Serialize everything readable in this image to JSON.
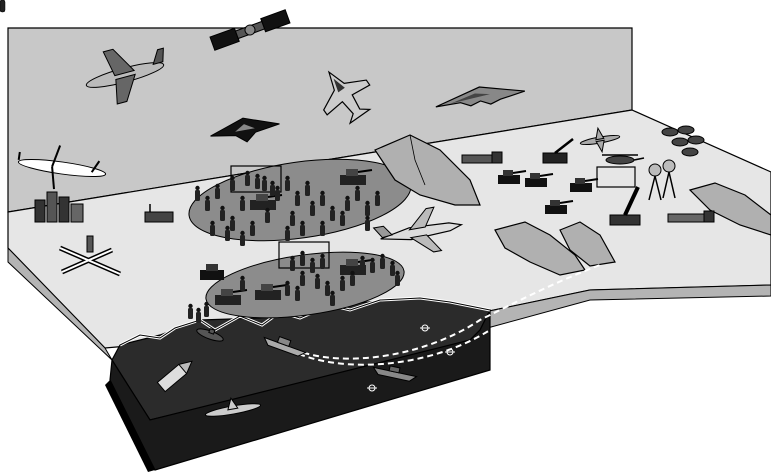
{
  "scene": {
    "kind": "battlespace-illustration",
    "style": "grayscale clip-art",
    "layers": [
      "air",
      "land",
      "sea"
    ],
    "colors": {
      "sky_panel": "#c8c8c8",
      "ground": "#e6e6e6",
      "ground_edge": "#9a9a9a",
      "ground_front": "#b4b4b4",
      "sea": "#2b2b2b",
      "sea_front": "#1a1a1a",
      "deployment_zone": "#8c8c8c",
      "mountain": "#b0b0b0",
      "outline": "#000000",
      "link_line": "#ffffff"
    },
    "air_assets": [
      "satellite-icon",
      "airliner-icon",
      "transport-jet-icon",
      "stealth-fighter-icon",
      "fighter-jet-icon",
      "stealth-bomber-icon",
      "cargo-plane-icon"
    ],
    "land_assets": [
      "troops-icon",
      "tank-icon",
      "truck-icon",
      "factory-icon",
      "airfield-icon",
      "radar-tower-icon",
      "fuel-tanks-icon",
      "missile-launcher-icon",
      "artillery-icon"
    ],
    "sea_assets": [
      "warship-icon",
      "submarine-icon",
      "mine-icon",
      "amphibious-vessel-icon"
    ],
    "selection_boxes": 3,
    "links": [
      "dashed-link-coast-to-mountains"
    ]
  }
}
